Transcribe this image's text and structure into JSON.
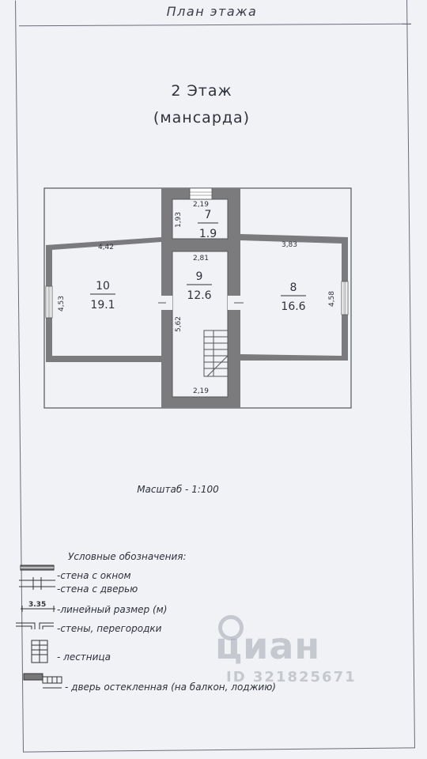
{
  "header": {
    "title": "План этажа"
  },
  "floor": {
    "title": "2 Этаж",
    "subtitle": "(мансарда)"
  },
  "rooms": [
    {
      "number": "7",
      "area": "1.9"
    },
    {
      "number": "9",
      "area": "12.6"
    },
    {
      "number": "10",
      "area": "19.1"
    },
    {
      "number": "8",
      "area": "16.6"
    }
  ],
  "dimensions": {
    "room7_top": "2,19",
    "room7_side": "1,93",
    "room9_top": "2,81",
    "room9_side": "5,62",
    "room9_bottom": "2,19",
    "room10_top": "4,42",
    "room10_side": "4,53",
    "room8_top": "3,83",
    "room8_side": "4,58"
  },
  "scale": "Масштаб - 1:100",
  "legend": {
    "title": "Условные обозначения:",
    "items": [
      {
        "label": "-стена с окном",
        "icon": "wall-with-window-icon"
      },
      {
        "label": "-стена с дверью",
        "icon": "wall-with-door-icon"
      },
      {
        "label": "-линейный размер (м)",
        "icon": "linear-dimension-icon",
        "sample": "3.35"
      },
      {
        "label": "-стены, перегородки",
        "icon": "walls-partitions-icon"
      },
      {
        "label": "- лестница",
        "icon": "staircase-icon"
      },
      {
        "label": "- дверь остекленная (на балкон, лоджию)",
        "icon": "glazed-door-icon"
      }
    ]
  },
  "watermark": {
    "brand": "циан",
    "id": "ID 321825671"
  }
}
